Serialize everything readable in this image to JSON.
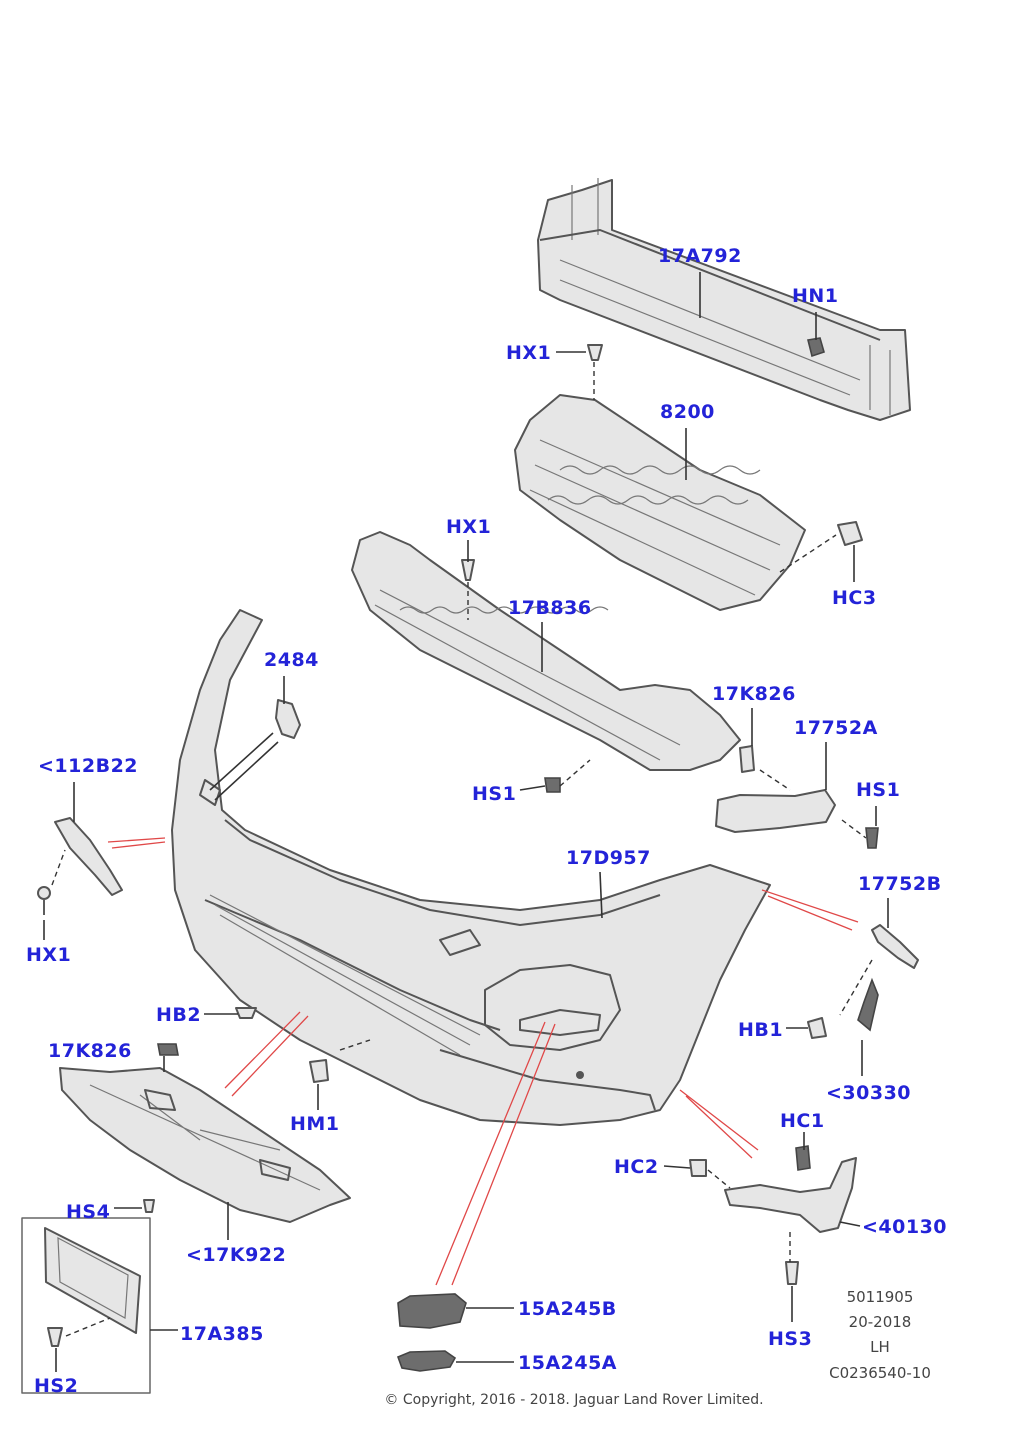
{
  "parts": {
    "p17A792": "17A792",
    "pHN1": "HN1",
    "pHX1_top": "HX1",
    "p8200": "8200",
    "pHX1_mid": "HX1",
    "p17B836": "17B836",
    "pHC3": "HC3",
    "p2484": "2484",
    "p17K826_right": "17K826",
    "p17752A": "17752A",
    "pHS1_right": "HS1",
    "p112B22": "<112B22",
    "pHS1_mid": "HS1",
    "p17D957": "17D957",
    "p17752B": "17752B",
    "pHX1_left": "HX1",
    "pHB2": "HB2",
    "pHB1": "HB1",
    "p17K826_left": "17K826",
    "p30330": "<30330",
    "pHM1": "HM1",
    "pHC1": "HC1",
    "pHC2": "HC2",
    "pHS4": "HS4",
    "p40130": "<40130",
    "p17K922": "<17K922",
    "p17A385": "17A385",
    "p15A245B": "15A245B",
    "pHS3": "HS3",
    "pHS2": "HS2",
    "p15A245A": "15A245A"
  },
  "meta": {
    "line1": "5011905",
    "line2": "20-2018",
    "line3": "LH",
    "line4": "C0236540-10"
  },
  "copyright": "© Copyright, 2016 - 2018. Jaguar Land Rover Limited.",
  "colors": {
    "label": "#2323d8",
    "callout_red": "#e04848",
    "outline": "#555555"
  }
}
